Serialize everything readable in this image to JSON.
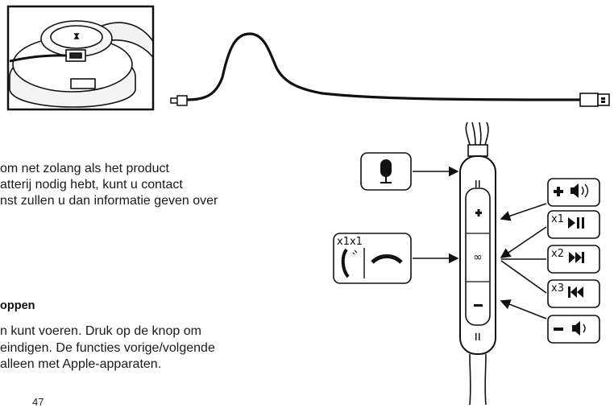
{
  "paragraph_1": {
    "lines": [
      "om net zolang als het product",
      "atterij nodig hebt, kunt u contact",
      "nst zullen u dan informatie geven over"
    ]
  },
  "section_heading": "oppen",
  "paragraph_2": {
    "lines": [
      "n kunt voeren. Druk op de knop om",
      "eindigen. De functies vorige/volgende",
      "alleen met Apple-apparaten."
    ]
  },
  "page_number": "47",
  "remote_diagram": {
    "call_label": "x1x1",
    "play_pause_label": "x1",
    "next_label": "x2",
    "previous_label": "x3",
    "remote_center_symbol": "∞",
    "icons": [
      "microphone-icon",
      "phone-call-icon",
      "hang-up-icon",
      "volume-up-icon",
      "play-pause-icon",
      "next-track-icon",
      "previous-track-icon",
      "volume-down-icon"
    ]
  }
}
